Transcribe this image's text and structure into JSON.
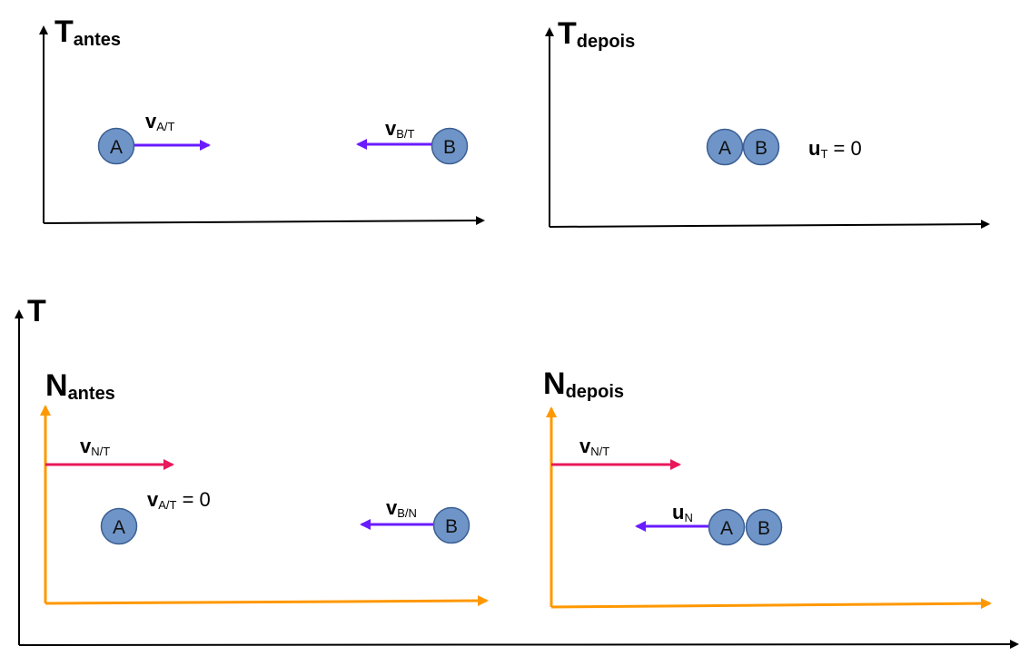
{
  "colors": {
    "axis_black": "#000000",
    "axis_orange": "#ff9800",
    "vector_purple": "#6a1bff",
    "vector_pink": "#e8185a",
    "ball_fill": "#6f95c8",
    "ball_stroke": "#3c5f93"
  },
  "frames": {
    "t_before": {
      "main": "T",
      "sub": "antes"
    },
    "t_after": {
      "main": "T",
      "sub": "depois"
    },
    "t_outer": {
      "main": "T"
    },
    "n_before": {
      "main": "N",
      "sub": "antes"
    },
    "n_after": {
      "main": "N",
      "sub": "depois"
    }
  },
  "balls": {
    "a": "A",
    "b": "B"
  },
  "vectors": {
    "v_a_t": {
      "main": "v",
      "sub": "A/T"
    },
    "v_b_t": {
      "main": "v",
      "sub": "B/T"
    },
    "u_t": {
      "main": "u",
      "sub": "T",
      "suffix": " = 0"
    },
    "v_n_t": {
      "main": "v",
      "sub": "N/T"
    },
    "v_a_t_zero": {
      "main": "v",
      "sub": "A/T",
      "suffix": " = 0"
    },
    "v_b_n": {
      "main": "v",
      "sub": "B/N"
    },
    "u_n": {
      "main": "u",
      "sub": "N"
    }
  }
}
